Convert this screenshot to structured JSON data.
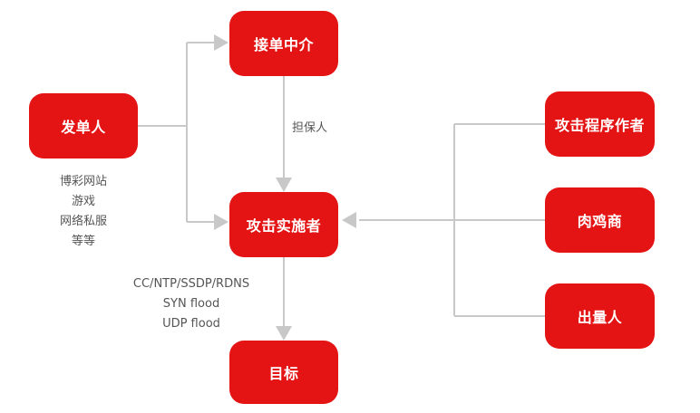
{
  "nodes": {
    "sender": "发单人",
    "broker": "接单中介",
    "attacker": "攻击实施者",
    "target": "目标",
    "programmer": "攻击程序作者",
    "botnet_seller": "肉鸡商",
    "traffic_seller": "出量人"
  },
  "labels": {
    "guarantor": "担保人",
    "sender_types": [
      "博彩网站",
      "游戏",
      "网络私服",
      "等等"
    ],
    "attack_types": [
      "CC/NTP/SSDP/RDNS",
      "SYN flood",
      "UDP flood"
    ]
  },
  "colors": {
    "node_fill": "#e41414",
    "node_text": "#ffffff",
    "connector": "#c8c8c8",
    "note_text": "#555555"
  }
}
